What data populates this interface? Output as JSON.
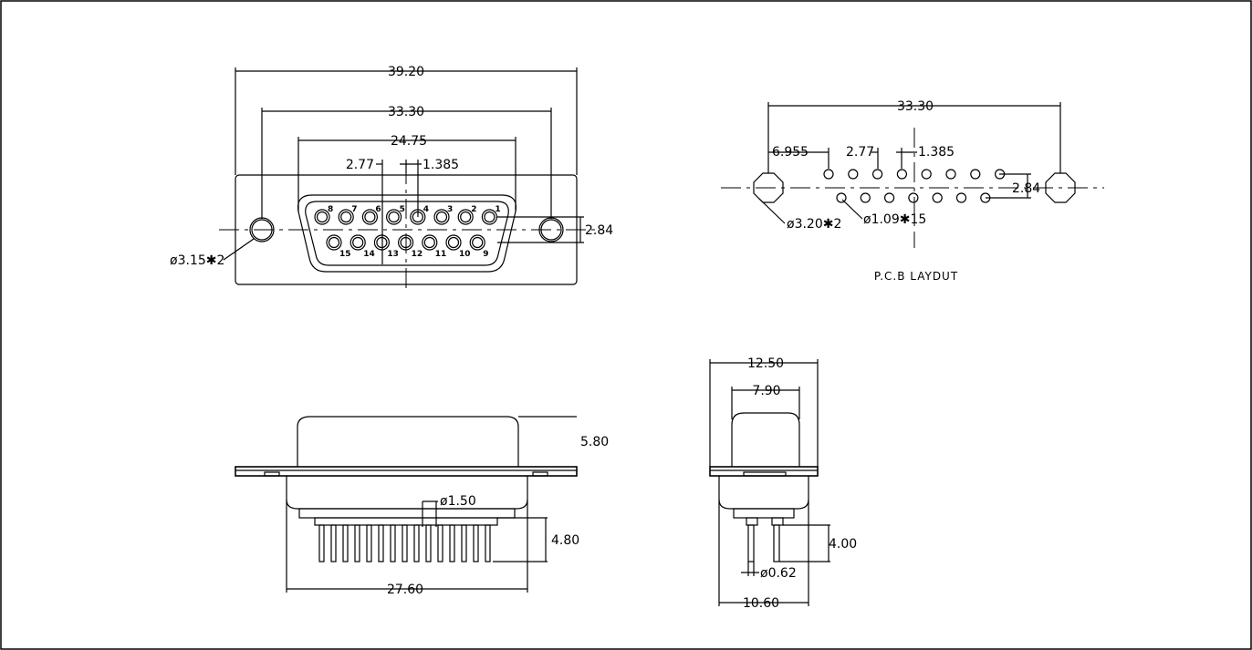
{
  "front_view": {
    "dims": {
      "overall_width": "39.20",
      "mount_hole_spacing": "33.30",
      "shell_width": "24.75",
      "pin_pitch": "2.77",
      "half_pitch": "1.385",
      "row_spacing": "2.84",
      "mount_hole_dia": "ø3.15✱2"
    },
    "top_row_pins": [
      "8",
      "7",
      "6",
      "5",
      "4",
      "3",
      "2",
      "1"
    ],
    "bottom_row_pins": [
      "15",
      "14",
      "13",
      "12",
      "11",
      "10",
      "9"
    ]
  },
  "pcb_layout": {
    "dims": {
      "hole_spacing": "33.30",
      "offset": "6.955",
      "pin_pitch": "2.77",
      "half_pitch": "1.385",
      "row_spacing": "2.84",
      "mount_hole_dia": "ø3.20✱2",
      "pin_hole_dia": "ø1.09✱15"
    },
    "caption": "P.C.B LAYDUT"
  },
  "side_view": {
    "dims": {
      "shell_height": "5.80",
      "pin_dia": "ø1.50",
      "pin_length": "4.80",
      "body_width": "27.60"
    }
  },
  "end_view": {
    "dims": {
      "flange_width": "12.50",
      "shell_width": "7.90",
      "pin_length": "4.00",
      "pin_dia": "ø0.62",
      "body_width": "10.60"
    }
  }
}
